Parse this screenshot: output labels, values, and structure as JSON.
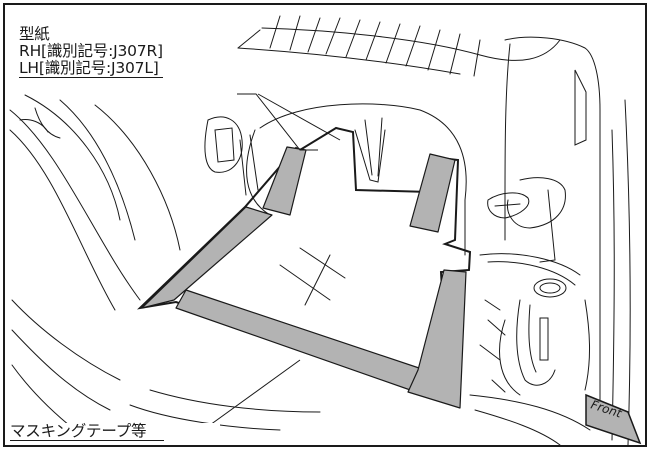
{
  "labels": {
    "template": {
      "line1": "型紙",
      "line2": "RH[識別記号:J307R]",
      "line3": "LH[識別記号:J307L]"
    },
    "masking_tape": "マスキングテープ等",
    "front_arrow": "Front"
  },
  "colors": {
    "tape_fill": "#b3b3b3",
    "line": "#1a1a1a",
    "background": "#ffffff"
  }
}
